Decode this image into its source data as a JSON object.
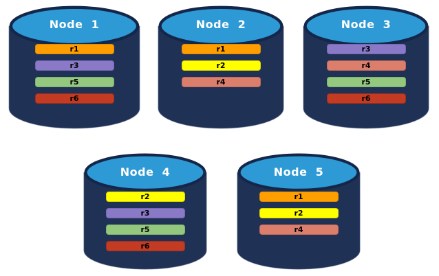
{
  "diagram": {
    "description": "replica-placement-across-nodes",
    "nodes": [
      {
        "label": "Node  1",
        "replicas": [
          "r1",
          "r3",
          "r5",
          "r6"
        ]
      },
      {
        "label": "Node  2",
        "replicas": [
          "r1",
          "r2",
          "r4"
        ]
      },
      {
        "label": "Node  3",
        "replicas": [
          "r3",
          "r4",
          "r5",
          "r6"
        ]
      },
      {
        "label": "Node  4",
        "replicas": [
          "r2",
          "r3",
          "r5",
          "r6"
        ]
      },
      {
        "label": "Node  5",
        "replicas": [
          "r1",
          "r2",
          "r4"
        ]
      }
    ],
    "replica_colors": {
      "r1": {
        "fill": "#FF9E00",
        "border": "#DE8A00"
      },
      "r2": {
        "fill": "#FFFF00",
        "border": "#DCD500"
      },
      "r3": {
        "fill": "#8979C6",
        "border": "#7566B3"
      },
      "r4": {
        "fill": "#DB7E6C",
        "border": "#C2685A"
      },
      "r5": {
        "fill": "#94C87E",
        "border": "#7EB268"
      },
      "r6": {
        "fill": "#C23B22",
        "border": "#A02F1A"
      }
    },
    "colors": {
      "background": "#FFFFFF",
      "cylinder_body": "#203156",
      "cylinder_top": "#2E9AD5",
      "cylinder_outline": "#14274A",
      "title_text": "#FFFFFF",
      "replica_text": "#000000"
    }
  }
}
